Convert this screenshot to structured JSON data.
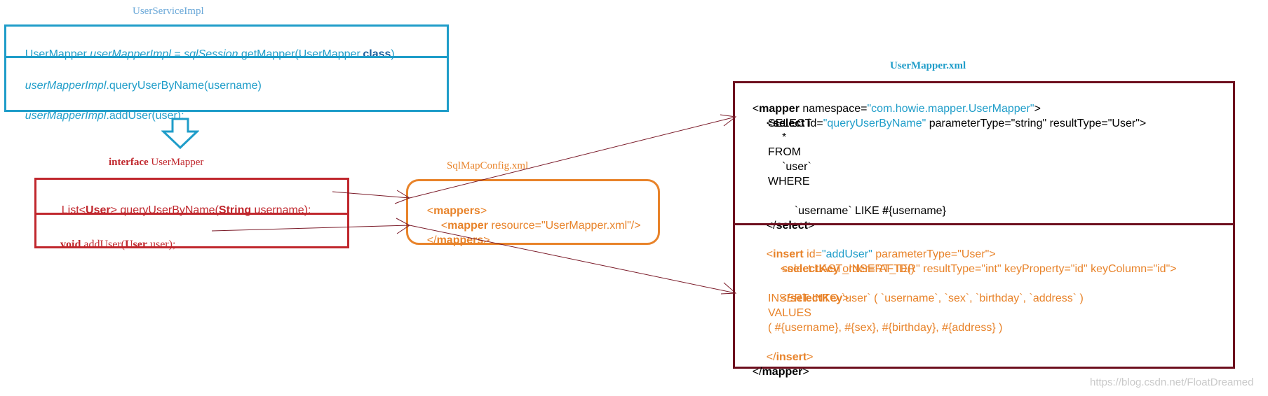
{
  "colors": {
    "service": "#1f9dc9",
    "mapper_iface": "#c0272d",
    "config": "#e8832a",
    "xml": "#6d0f1e",
    "attr_blue": "#1f9dc9",
    "text_orange": "#e8832a",
    "watermark": "#c9c9c9"
  },
  "service": {
    "title": "UserServiceImpl",
    "row1": {
      "type": "UserMapper",
      "var": "userMapperImpl",
      "eq": " = ",
      "session": "sqlSession",
      "call": ".getMapper(UserMapper.",
      "kw": "class",
      "close": ")"
    },
    "row2": {
      "var": "userMapperImpl",
      "call": ".queryUserByName(username)"
    },
    "row3": {
      "var": "userMapperImpl",
      "call": ".addUser(user);"
    }
  },
  "arrow_icon": "hollow-down-arrow",
  "iface": {
    "title_kw": "interface",
    "title_name": "UserMapper",
    "row1": {
      "p1": "List<",
      "type": "User",
      "p2": "> queryUserByName(",
      "type2": "String",
      "p3": " username);"
    },
    "row2": {
      "kw": "void",
      "p1": " addUser(",
      "type": "User",
      "p2": " user);"
    }
  },
  "config": {
    "title": "SqlMapConfig.xml",
    "open": {
      "lt": "<",
      "tag": "mappers",
      "gt": ">"
    },
    "mapper": {
      "lt": "<",
      "tag": "mapper",
      "attr": " resource=\"UserMapper.xml\"/>"
    },
    "close": {
      "lt": "</",
      "tag": "mappers",
      "gt": ">"
    }
  },
  "xml": {
    "title": "UserMapper.xml",
    "root_open": {
      "lt": "<",
      "tag": "mapper",
      "attr": " namespace=",
      "val": "\"com.howie.mapper.UserMapper\"",
      "gt": ">"
    },
    "select_open": {
      "lt": "<",
      "tag": "select",
      "a1": " id=",
      "v1": "\"queryUserByName\"",
      "rest": " parameterType=\"string\" resultType=\"User\">"
    },
    "select_lines": [
      "SELECT",
      "*",
      "FROM",
      "`user`",
      "WHERE"
    ],
    "where_cond": {
      "p1": "`username` LIKE ",
      "hash": "#",
      "p2": "{username}"
    },
    "select_close": {
      "lt": "</",
      "tag": "select",
      "gt": ">"
    },
    "insert_open": {
      "lt": "<",
      "tag": "insert",
      "a1": " id=",
      "v1": "\"addUser\"",
      "rest": " parameterType=\"User\">"
    },
    "selectkey_open": {
      "lt": "<",
      "tag": "selectKey",
      "rest": " order=\"AFTER\" resultType=\"int\" keyProperty=\"id\" keyColumn=\"id\">"
    },
    "selectkey_body": "select LAST_INSERT_ID()",
    "selectkey_close": {
      "lt": "</",
      "tag": "selectKey",
      "gt": ">"
    },
    "insert_sql1": "INSERT INTO `user` ( `username`, `sex`, `birthday`, `address` )",
    "insert_sql2": "VALUES",
    "insert_sql3": "( #{username}, #{sex}, #{birthday}, #{address} )",
    "insert_close": {
      "lt": "</",
      "tag": "insert",
      "gt": ">"
    },
    "root_close": {
      "lt": "</",
      "tag": "mapper",
      "gt": ">"
    }
  },
  "watermark": "https://blog.csdn.net/FloatDreamed"
}
